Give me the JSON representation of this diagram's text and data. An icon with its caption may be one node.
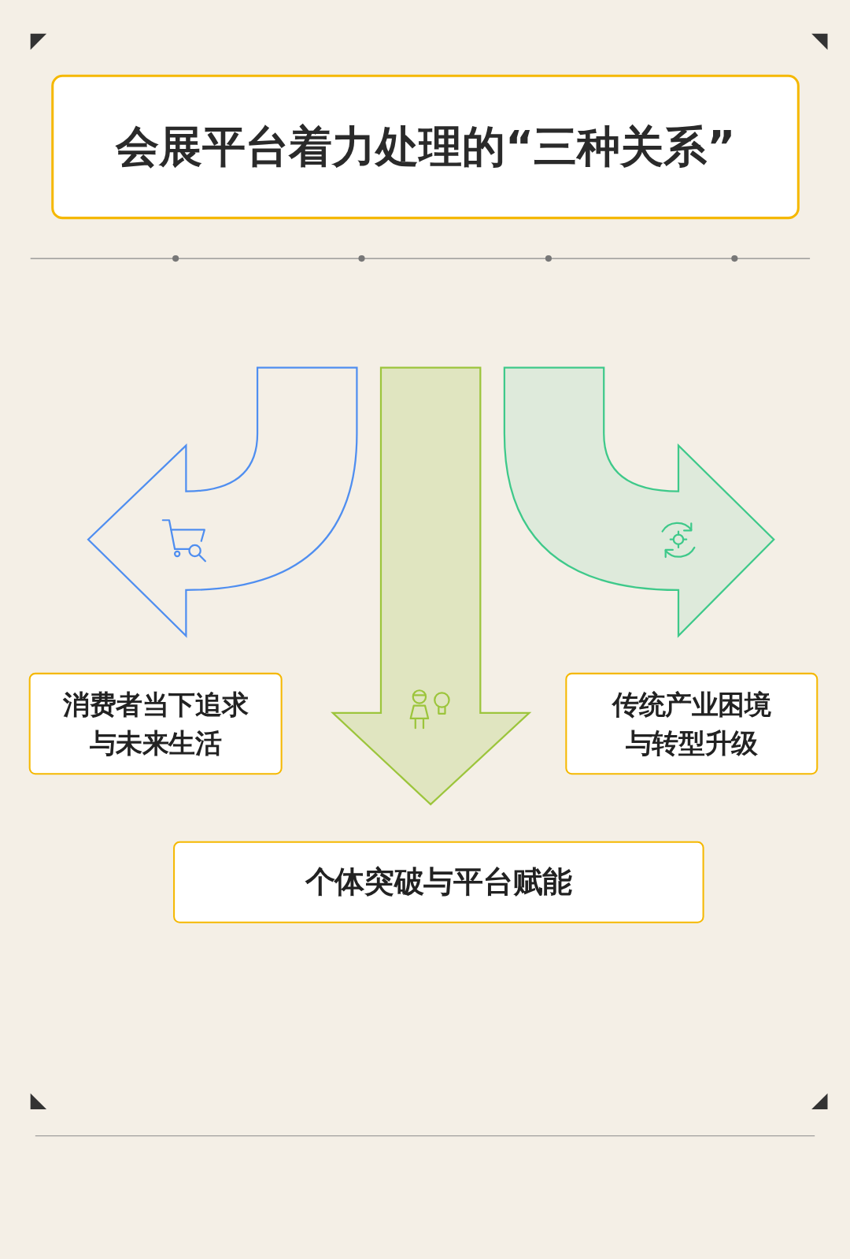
{
  "diagram": {
    "title": "会展平台着力处理的“三种关系”",
    "nodes": [
      {
        "text": [
          "消费者当下追求与未来生活"
        ]
      },
      {
        "text": [
          "传统产业困境与转型升级"
        ]
      },
      {
        "text": [
          "个体突破与平台赋能"
        ]
      }
    ],
    "edges": [
      {
        "from": null,
        "to": 0,
        "arrow": "to",
        "color": "#4f8ef0"
      },
      {
        "from": null,
        "to": 2,
        "arrow": "to",
        "color": "#9cc53c"
      },
      {
        "from": null,
        "to": 1,
        "arrow": "to",
        "color": "#3ec98a"
      }
    ]
  }
}
